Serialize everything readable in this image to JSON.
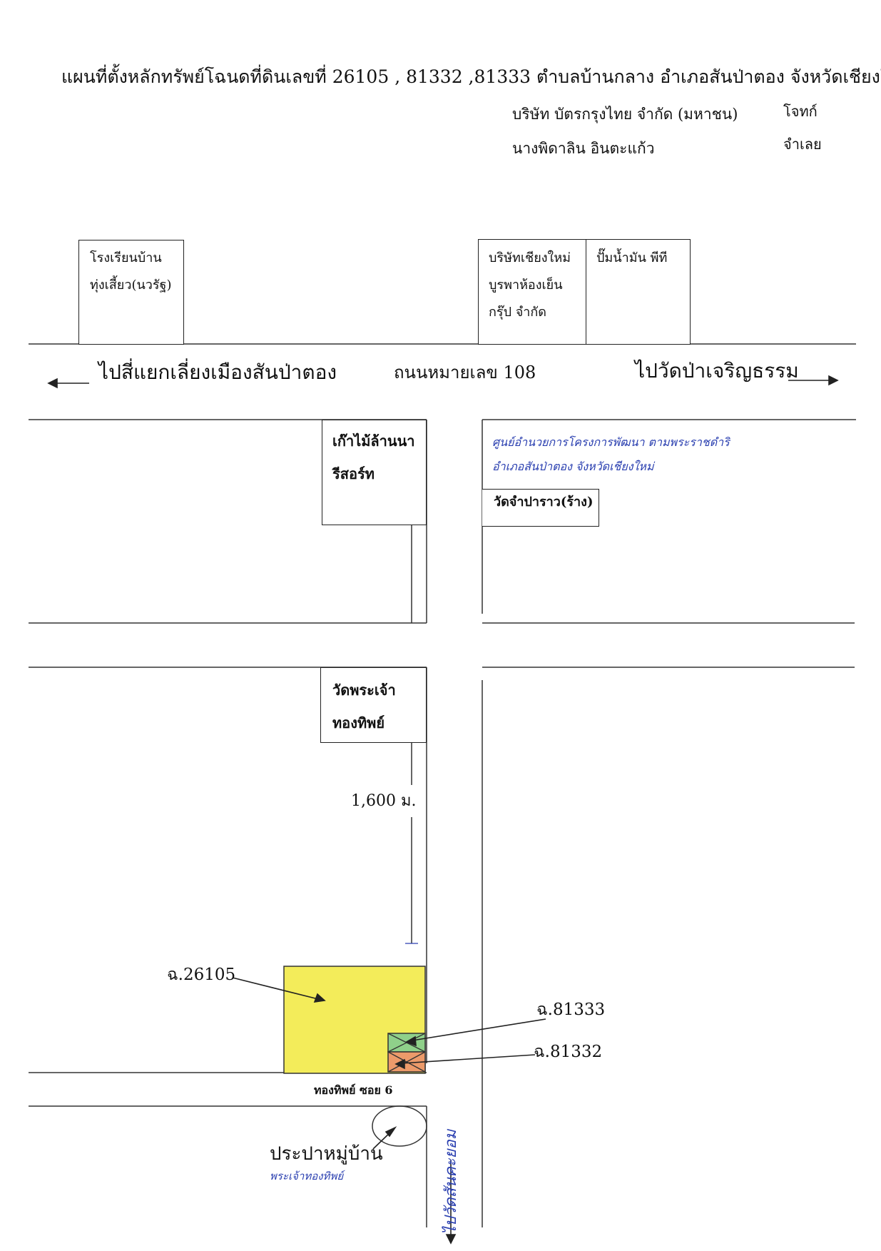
{
  "header": {
    "title": "แผนที่ตั้งหลักทรัพย์โฉนดที่ดินเลขที่ 26105 , 81332 ,81333 ตำบลบ้านกลาง อำเภอสันป่าตอง จังหวัดเชียงใหม่",
    "plaintiff": "บริษัท บัตรกรุงไทย จำกัด (มหาชน)",
    "plaintiff_role": "โจทก์",
    "defendant": "นางพิดาลิน  อินตะแก้ว",
    "defendant_role": "จำเลย"
  },
  "landmarks": {
    "school": "โรงเรียนบ้าน\nทุ่งเสี้ยว(นวรัฐ)",
    "company": "บริษัทเชียงใหม่\nบูรพาห้องเย็น\nกรุ๊ป จำกัด",
    "gas_station": "ปั๊มน้ำมัน พีที",
    "resort": "เก๊าไม้ล้านนา\nรีสอร์ท",
    "temple_champarao": "วัดจำปาราว(ร้าง)",
    "temple_phrachao": "วัดพระเจ้า\nทองทิพย์",
    "handwritten_center": "ศูนย์อำนวยการโครงการพัฒนา ตามพระราชดำริ\nอำเภอสันป่าตอง จังหวัดเชียงใหม่",
    "village_water": "ประปาหมู่บ้าน",
    "village_water_note": "พระเจ้าทองทิพย์"
  },
  "roads": {
    "to_left": "ไปสี่แยกเลี่ยงเมืองสันป่าตอง",
    "main_road": "ถนนหมายเลข 108",
    "to_right": "ไปวัดป่าเจริญธรรม",
    "soi": "ทองทิพย์ ซอย 6",
    "down_note": "ไปวัดสันคะยอม",
    "distance": "1,600 ม."
  },
  "parcels": {
    "p26105": "ฉ.26105",
    "p81333": "ฉ.81333",
    "p81332": "ฉ.81332"
  },
  "colors": {
    "parcel_26105": "#f3ec5a",
    "parcel_81333": "#8fd08a",
    "parcel_81332": "#ec9a6a",
    "handwriting": "#2a3fb0"
  }
}
